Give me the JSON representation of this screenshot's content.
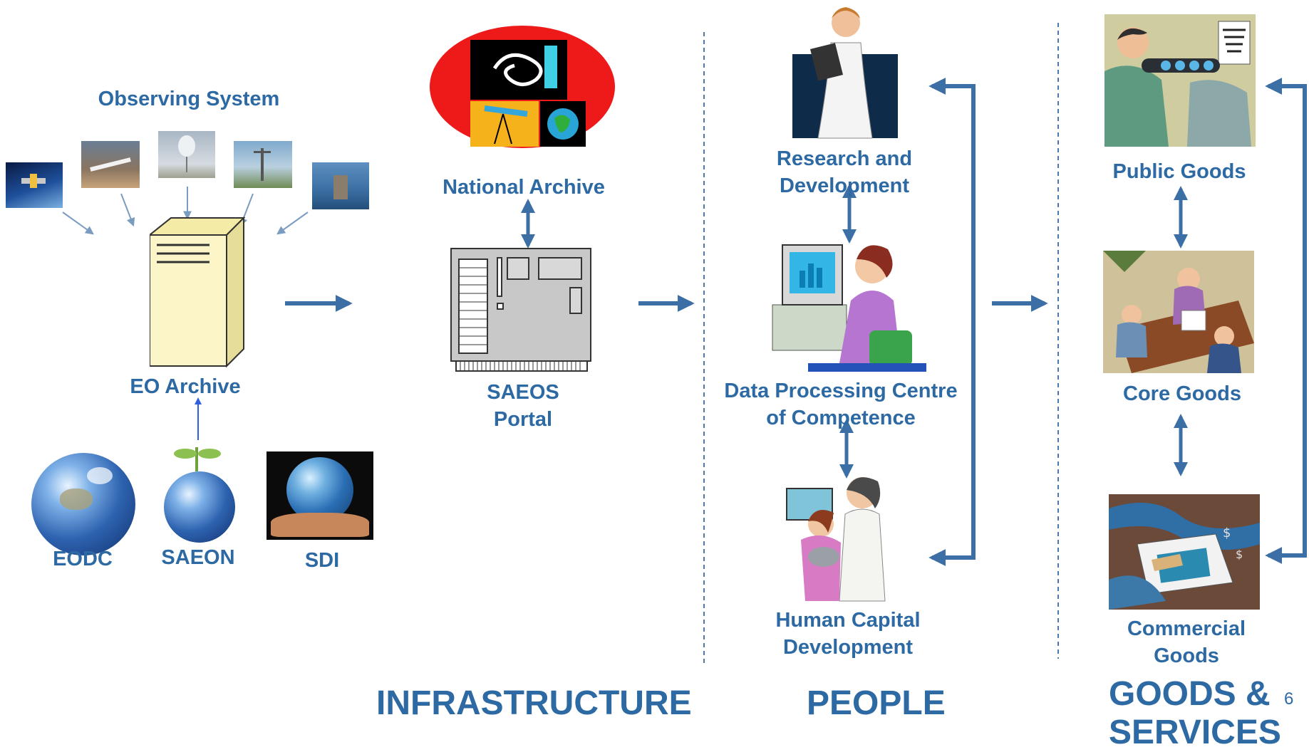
{
  "labels": {
    "observing_system": "Observing System",
    "eo_archive": "EO Archive",
    "eodc": "EODC",
    "saeon": "SAEON",
    "sdi": "SDI",
    "national_archive": "National Archive",
    "saeos_portal": "SAEOS\nPortal",
    "research_development": "Research and\nDevelopment",
    "data_processing": "Data Processing Centre\nof Competence",
    "human_capital": "Human Capital\nDevelopment",
    "public_goods": "Public Goods",
    "core_goods": "Core Goods",
    "commercial_goods": "Commercial\nGoods"
  },
  "sections": {
    "infrastructure": "INFRASTRUCTURE",
    "people": "PEOPLE",
    "goods_services": "GOODS &\nSERVICES"
  },
  "page_number": "6",
  "colors": {
    "text": "#2d69a3",
    "arrow": "#3b6fa6",
    "divider": "#4b79b0"
  }
}
